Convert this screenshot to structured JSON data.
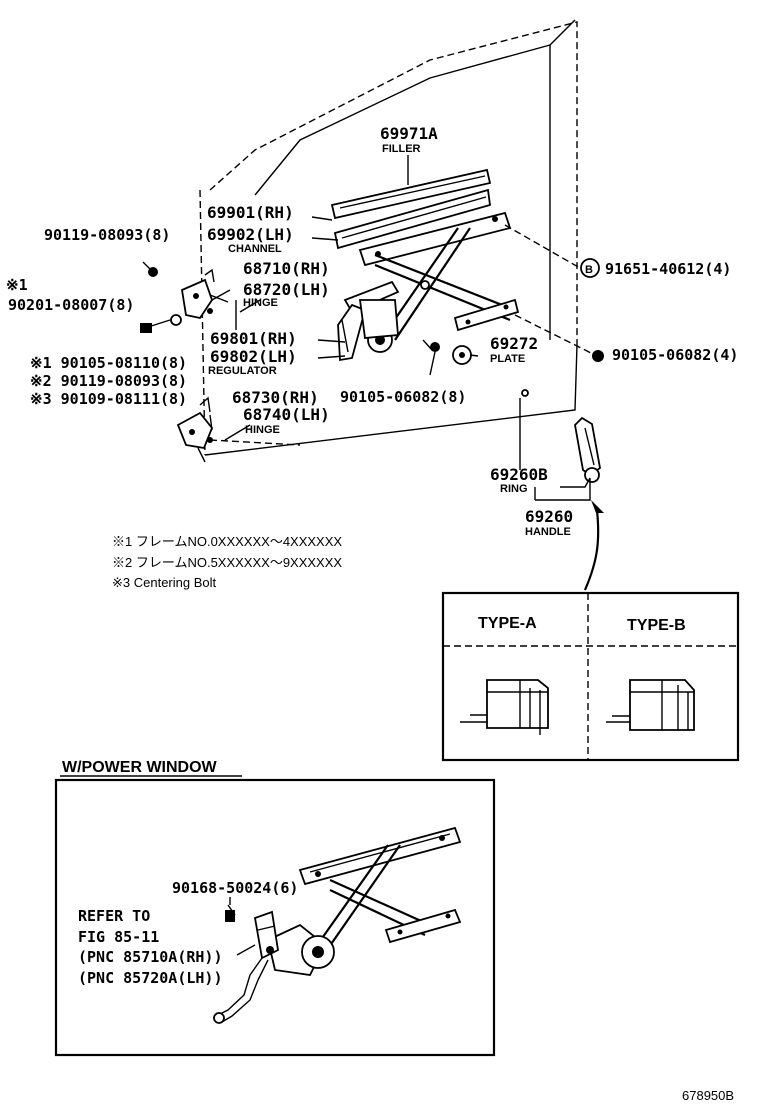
{
  "labels": {
    "filler_pn": "69971A",
    "filler_name": "FILLER",
    "channel_rh": "69901(RH)",
    "channel_lh": "69902(LH)",
    "channel_name": "CHANNEL",
    "bolt_top": "90119-08093(8)",
    "note1_mark": "※1",
    "bolt_n1": "90201-08007(8)",
    "hinge_up_rh": "68710(RH)",
    "hinge_up_lh": "68720(LH)",
    "hinge_up_name": "HINGE",
    "regulator_rh": "69801(RH)",
    "regulator_lh": "69802(LH)",
    "regulator_name": "REGULATOR",
    "bolt_alt1": "※1 90105-08110(8)",
    "bolt_alt2": "※2 90119-08093(8)",
    "bolt_alt3": "※3 90109-08111(8)",
    "hinge_lo_rh": "68730(RH)",
    "hinge_lo_lh": "68740(LH)",
    "hinge_lo_name": "HINGE",
    "nut_b": "91651-40612(4)",
    "plate_pn": "69272",
    "plate_name": "PLATE",
    "bolt_right": "90105-06082(4)",
    "bolt_center": "90105-06082(8)",
    "ring_pn": "69260B",
    "ring_name": "RING",
    "handle_pn": "69260",
    "handle_name": "HANDLE"
  },
  "notes": [
    "※1 フレームNO.0XXXXXX～4XXXXXX",
    "※2 フレームNO.5XXXXXX～9XXXXXX",
    "※3 Centering Bolt"
  ],
  "type_table": {
    "type_a": "TYPE-A",
    "type_b": "TYPE-B"
  },
  "power_window": {
    "title": "W/POWER WINDOW",
    "bolt": "90168-50024(6)",
    "refer_line1": "REFER TO",
    "refer_line2": "FIG 85-11",
    "refer_line3": "(PNC 85710A(RH))",
    "refer_line4": "(PNC 85720A(LH))"
  },
  "figure_code": "678950B"
}
